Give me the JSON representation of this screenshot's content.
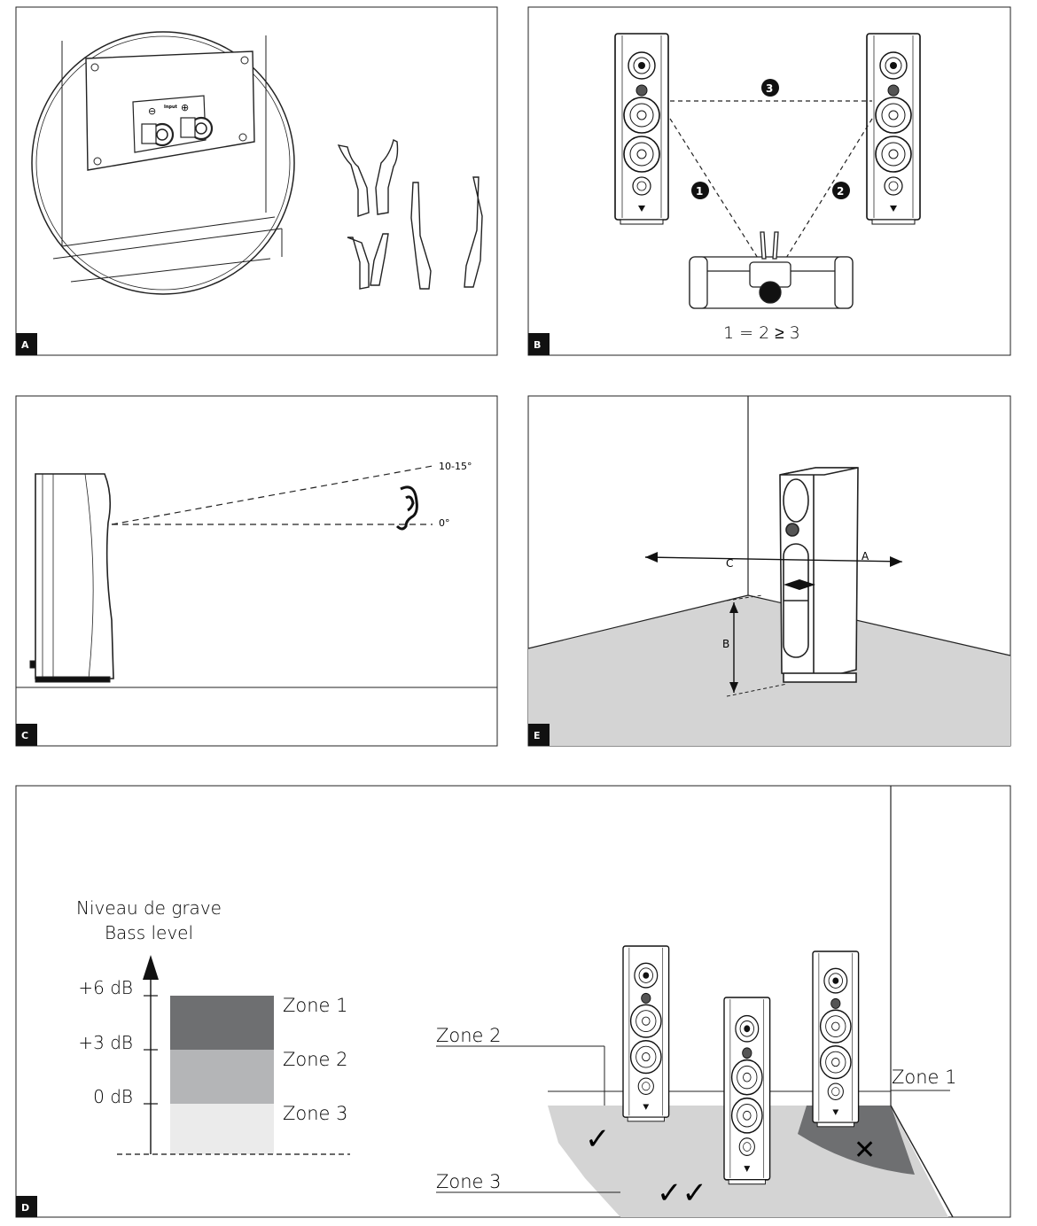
{
  "panels": {
    "a": {
      "tag": "A",
      "terminal_label": "Input",
      "minus_symbol": "⊖",
      "plus_symbol": "⊕"
    },
    "b": {
      "tag": "B",
      "markers": [
        "1",
        "2",
        "3"
      ],
      "formula": "1 = 2 ≥ 3"
    },
    "c": {
      "tag": "C",
      "angle_top": "10-15°",
      "angle_bottom": "0°"
    },
    "e": {
      "tag": "E",
      "arrow_a": "A",
      "arrow_b": "B",
      "arrow_c": "C"
    },
    "d": {
      "tag": "D",
      "title_fr": "Niveau de grave",
      "title_en": "Bass level",
      "levels": [
        "+6 dB",
        "+3 dB",
        "0 dB"
      ],
      "zones": [
        "Zone 1",
        "Zone 2",
        "Zone 3"
      ],
      "scene_zone_1": "Zone 1",
      "scene_zone_2": "Zone 2",
      "scene_zone_3": "Zone 3",
      "mark_ok": "✓",
      "mark_best": "✓✓",
      "mark_bad": "✕",
      "colors": {
        "zone1": "#6e6f71",
        "zone2": "#b4b5b7",
        "zone3": "#ebebeb",
        "floor": "#d4d4d4"
      }
    }
  }
}
